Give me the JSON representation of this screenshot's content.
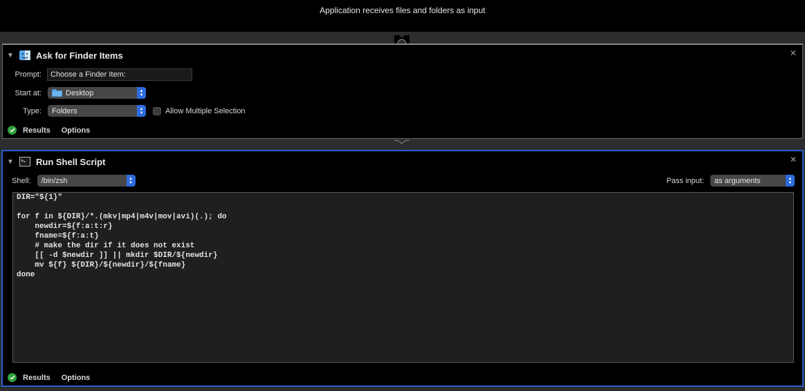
{
  "header": {
    "text": "Application receives files and folders as input"
  },
  "actions": [
    {
      "title": "Ask for Finder Items",
      "icon": "finder-icon",
      "fields": {
        "prompt_label": "Prompt:",
        "prompt_value": "Choose a Finder Item:",
        "start_at_label": "Start at:",
        "start_at_value": "Desktop",
        "type_label": "Type:",
        "type_value": "Folders",
        "allow_multiple_label": "Allow Multiple Selection",
        "allow_multiple_checked": false
      },
      "footer": {
        "results": "Results",
        "options": "Options"
      },
      "close": "✕"
    },
    {
      "title": "Run Shell Script",
      "icon": "terminal-icon",
      "fields": {
        "shell_label": "Shell:",
        "shell_value": "/bin/zsh",
        "pass_input_label": "Pass input:",
        "pass_input_value": "as arguments"
      },
      "script": "DIR=\"${1}\"\n\nfor f in ${DIR}/*.(mkv|mp4|m4v|mov|avi)(.); do\n    newdir=${f:a:t:r}\n    fname=${f:a:t}\n    # make the dir if it does not exist\n    [[ -d $newdir ]] || mkdir $DIR/${newdir}\n    mv ${f} ${DIR}/${newdir}/${fname}\ndone",
      "footer": {
        "results": "Results",
        "options": "Options"
      },
      "close": "✕"
    }
  ],
  "colors": {
    "selection_blue": "#2a5fd0",
    "popup_arrow_blue": "#2d6be0",
    "success_green": "#2f9f3a"
  }
}
